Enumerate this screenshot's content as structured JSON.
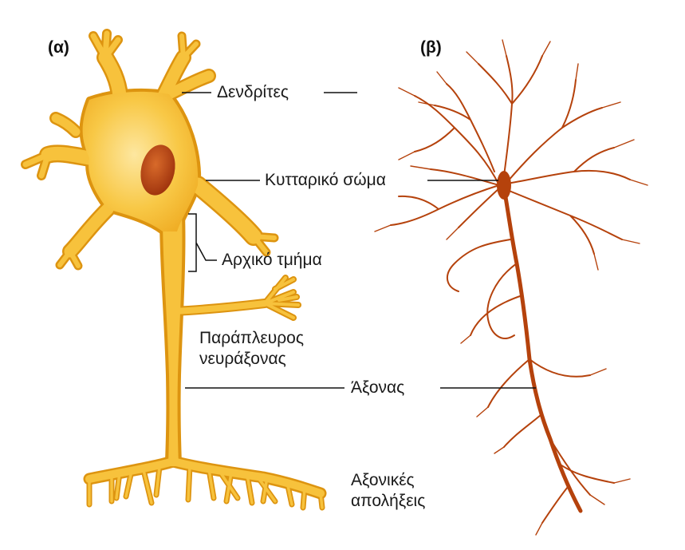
{
  "panels": {
    "a": "(α)",
    "b": "(β)"
  },
  "labels": {
    "dendrites": "Δενδρίτες",
    "cell_body": "Κυτταρικό σώμα",
    "initial_segment": "Αρχικό τμήμα",
    "collateral_line1": "Παράπλευρος",
    "collateral_line2": "νευράξονας",
    "axon": "Άξονας",
    "terminals_line1": "Αξονικές",
    "terminals_line2": "απολήξεις"
  },
  "colors": {
    "neuron_fill": "#f7c23c",
    "neuron_outline": "#dd9410",
    "nucleus": "#b8420e",
    "stained_neuron": "#b5420c",
    "leader_line": "#111111"
  }
}
